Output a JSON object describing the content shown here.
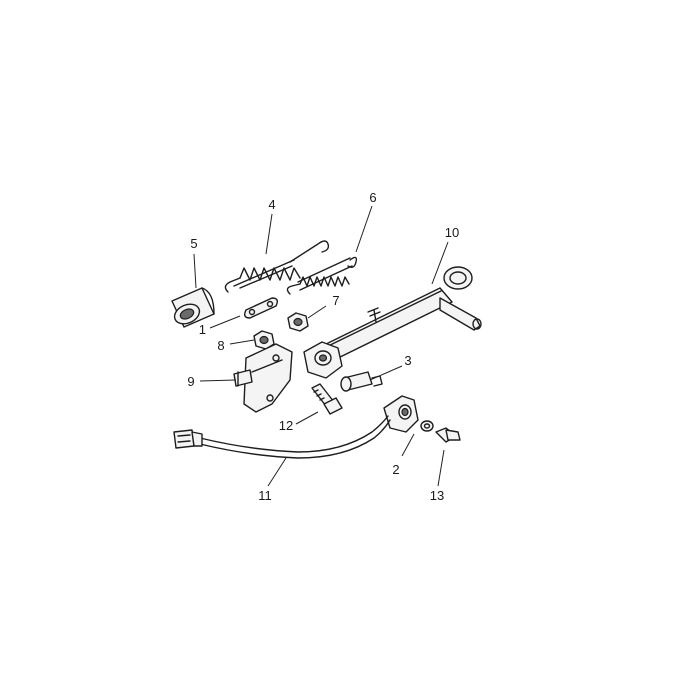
{
  "diagram": {
    "callouts": [
      {
        "id": "c1",
        "label": "1"
      },
      {
        "id": "c2",
        "label": "2"
      },
      {
        "id": "c3",
        "label": "3"
      },
      {
        "id": "c4",
        "label": "4"
      },
      {
        "id": "c5",
        "label": "5"
      },
      {
        "id": "c6",
        "label": "6"
      },
      {
        "id": "c7",
        "label": "7"
      },
      {
        "id": "c8",
        "label": "8"
      },
      {
        "id": "c9",
        "label": "9"
      },
      {
        "id": "c10",
        "label": "10"
      },
      {
        "id": "c11",
        "label": "11"
      },
      {
        "id": "c12",
        "label": "12"
      },
      {
        "id": "c13",
        "label": "13"
      }
    ]
  }
}
